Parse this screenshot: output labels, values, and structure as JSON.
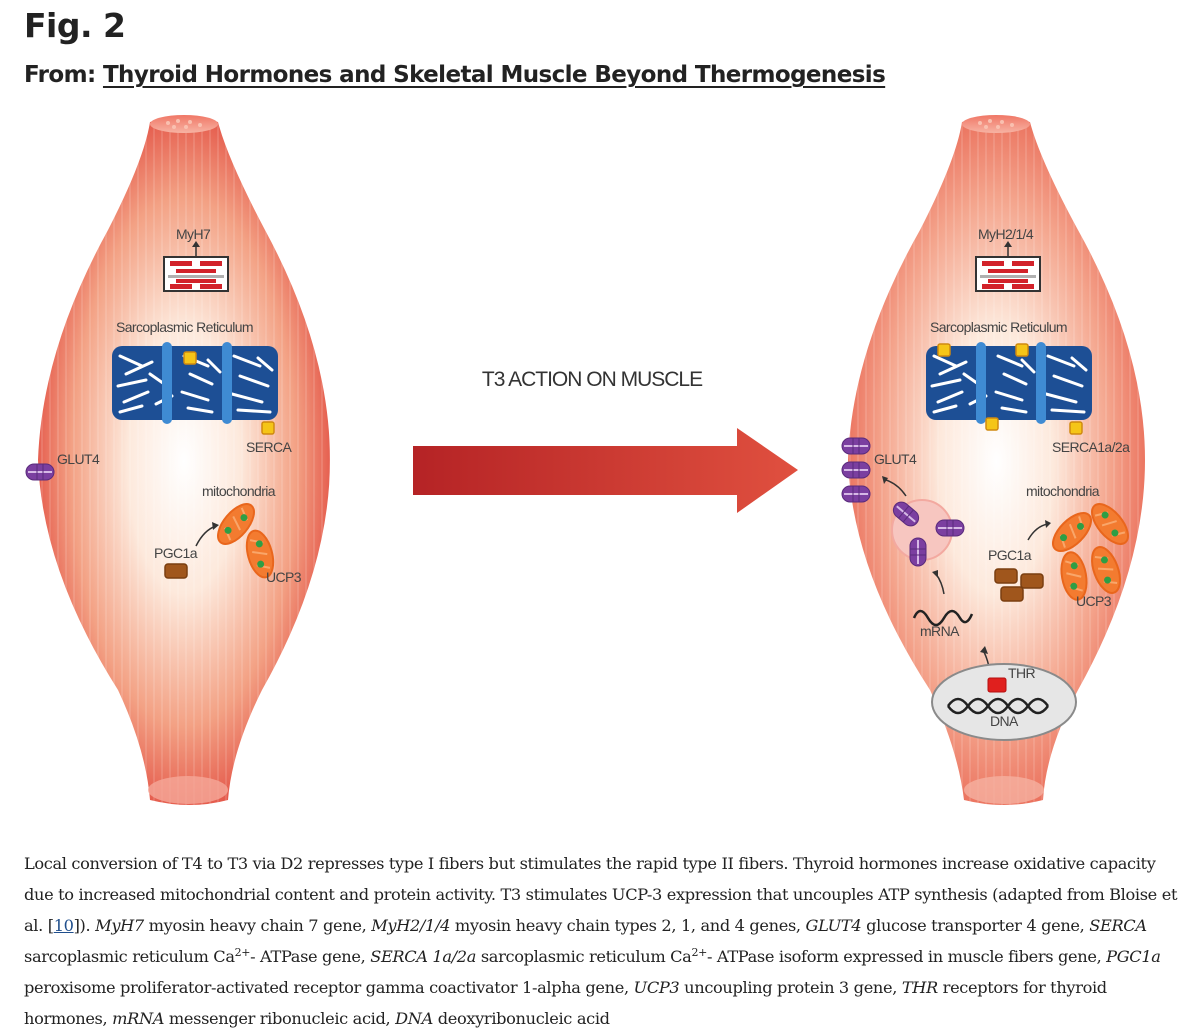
{
  "header": {
    "fig_label": "Fig. 2",
    "from_prefix": "From: ",
    "article_title": "Thyroid Hormones and Skeletal Muscle Beyond Thermogenesis"
  },
  "figure": {
    "center_title": "T3 ACTION ON MUSCLE",
    "left_muscle": {
      "myosin_label": "MyH7",
      "sr_label": "Sarcoplasmic Reticulum",
      "serca_label": "SERCA",
      "glut4_label": "GLUT4",
      "mito_label": "mitochondria",
      "pgc_label": "PGC1a",
      "ucp_label": "UCP3"
    },
    "right_muscle": {
      "myosin_label": "MyH2/1/4",
      "sr_label": "Sarcoplasmic Reticulum",
      "serca_label": "SERCA1a/2a",
      "glut4_label": "GLUT4",
      "mito_label": "mitochondria",
      "pgc_label": "PGC1a",
      "ucp_label": "UCP3",
      "mrna_label": "mRNA",
      "thr_label": "THR",
      "dna_label": "DNA"
    },
    "colors": {
      "muscle_edge": "#e0443a",
      "muscle_center": "#fff6ee",
      "arrow_start": "#b52325",
      "arrow_end": "#e0503f",
      "reticulum": "#2c6cb0",
      "serca": "#f5c518",
      "mitochondria": "#f37b30",
      "glut4": "#7b3fa0",
      "pgc": "#a0561c",
      "thr": "#e0201e"
    }
  },
  "caption": {
    "s1": "Local conversion of T4 to T3 via D2 represses type I fibers but stimulates the rapid type II fibers. Thyroid hormones increase oxidative capacity due to increased mitochondrial content and protein activity. T3 stimulates UCP-3 expression that uncouples ATP synthesis (adapted from Bloise et al. [",
    "ref_link": "10",
    "s2": "]). ",
    "t_myh7": "MyH7",
    "d_myh7": " myosin heavy chain 7 gene, ",
    "t_myh2": "MyH2/1/4",
    "d_myh2": " myosin heavy chain types 2, 1, and 4 genes, ",
    "t_glut4": "GLUT4",
    "d_glut4": " glucose transporter 4 gene, ",
    "t_serca": "SERCA",
    "d_serca_a": " sarcoplasmic reticulum Ca",
    "sup_1": "2+",
    "d_serca_b": "- ATPase gene, ",
    "t_serca2": "SERCA 1a/2a",
    "d_serca2_a": " sarcoplasmic reticulum Ca",
    "sup_2": "2+",
    "d_serca2_b": "- ATPase isoform expressed in muscle fibers gene, ",
    "t_pgc": "PGC1a",
    "d_pgc": " peroxisome proliferator-activated receptor gamma coactivator 1-alpha gene, ",
    "t_ucp3": "UCP3",
    "d_ucp3": " uncoupling protein 3 gene, ",
    "t_thr": "THR",
    "d_thr": " receptors for thyroid hormones, ",
    "t_mrna": "mRNA",
    "d_mrna": " messenger ribonucleic acid, ",
    "t_dna": "DNA",
    "d_dna": " deoxyribonucleic acid"
  }
}
